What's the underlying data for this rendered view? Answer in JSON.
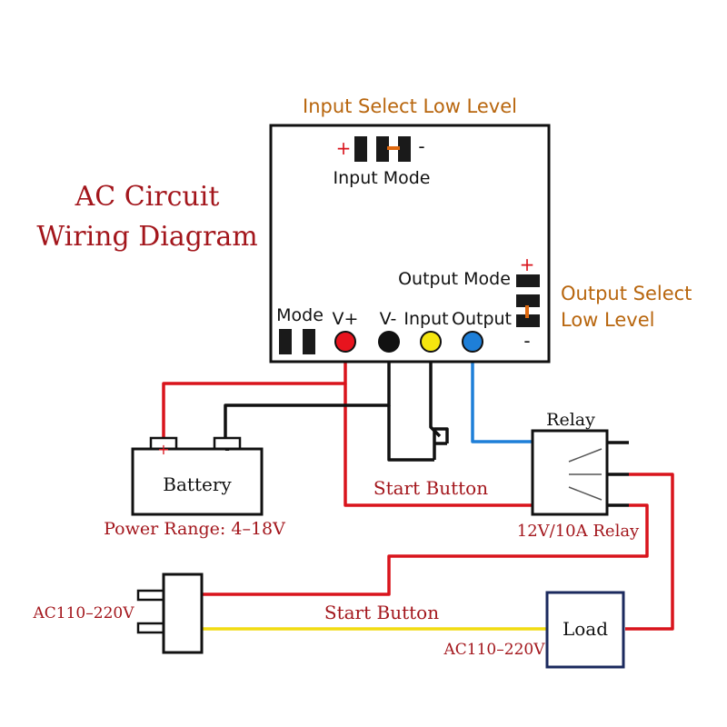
{
  "title": {
    "line1": "AC Circuit",
    "line2": "Wiring Diagram"
  },
  "module": {
    "input_select_label": "Input Select Low Level",
    "input_mode_label": "Input Mode",
    "input_mode_plus": "+",
    "input_mode_minus": "-",
    "output_mode_label": "Output Mode",
    "output_mode_plus": "+",
    "output_mode_minus": "-",
    "output_select_line1": "Output Select",
    "output_select_line2": "Low Level",
    "mode_label": "Mode",
    "terminals": [
      {
        "label": "V+",
        "color": "#e8141e"
      },
      {
        "label": "V-",
        "color": "#111111"
      },
      {
        "label": "Input",
        "color": "#f5e60f"
      },
      {
        "label": "Output",
        "color": "#1e7fd8"
      }
    ]
  },
  "battery": {
    "label": "Battery",
    "plus": "+",
    "minus": "-",
    "range_label": "Power Range: 4–18V"
  },
  "start_button_label": "Start Button",
  "relay": {
    "label": "Relay",
    "spec_label": "12V/10A Relay"
  },
  "plug": {
    "voltage_label": "AC110–220V"
  },
  "ac_start_button_label": "Start Button",
  "load": {
    "label": "Load",
    "voltage_label": "AC110–220V"
  },
  "colors": {
    "title": "#a3161c",
    "annotation_orange": "#b8660e",
    "wire_red": "#d9141c",
    "wire_black": "#111111",
    "wire_blue": "#1e7fd8",
    "wire_yellow": "#f2dc12",
    "load_border": "#1b2a5e"
  }
}
